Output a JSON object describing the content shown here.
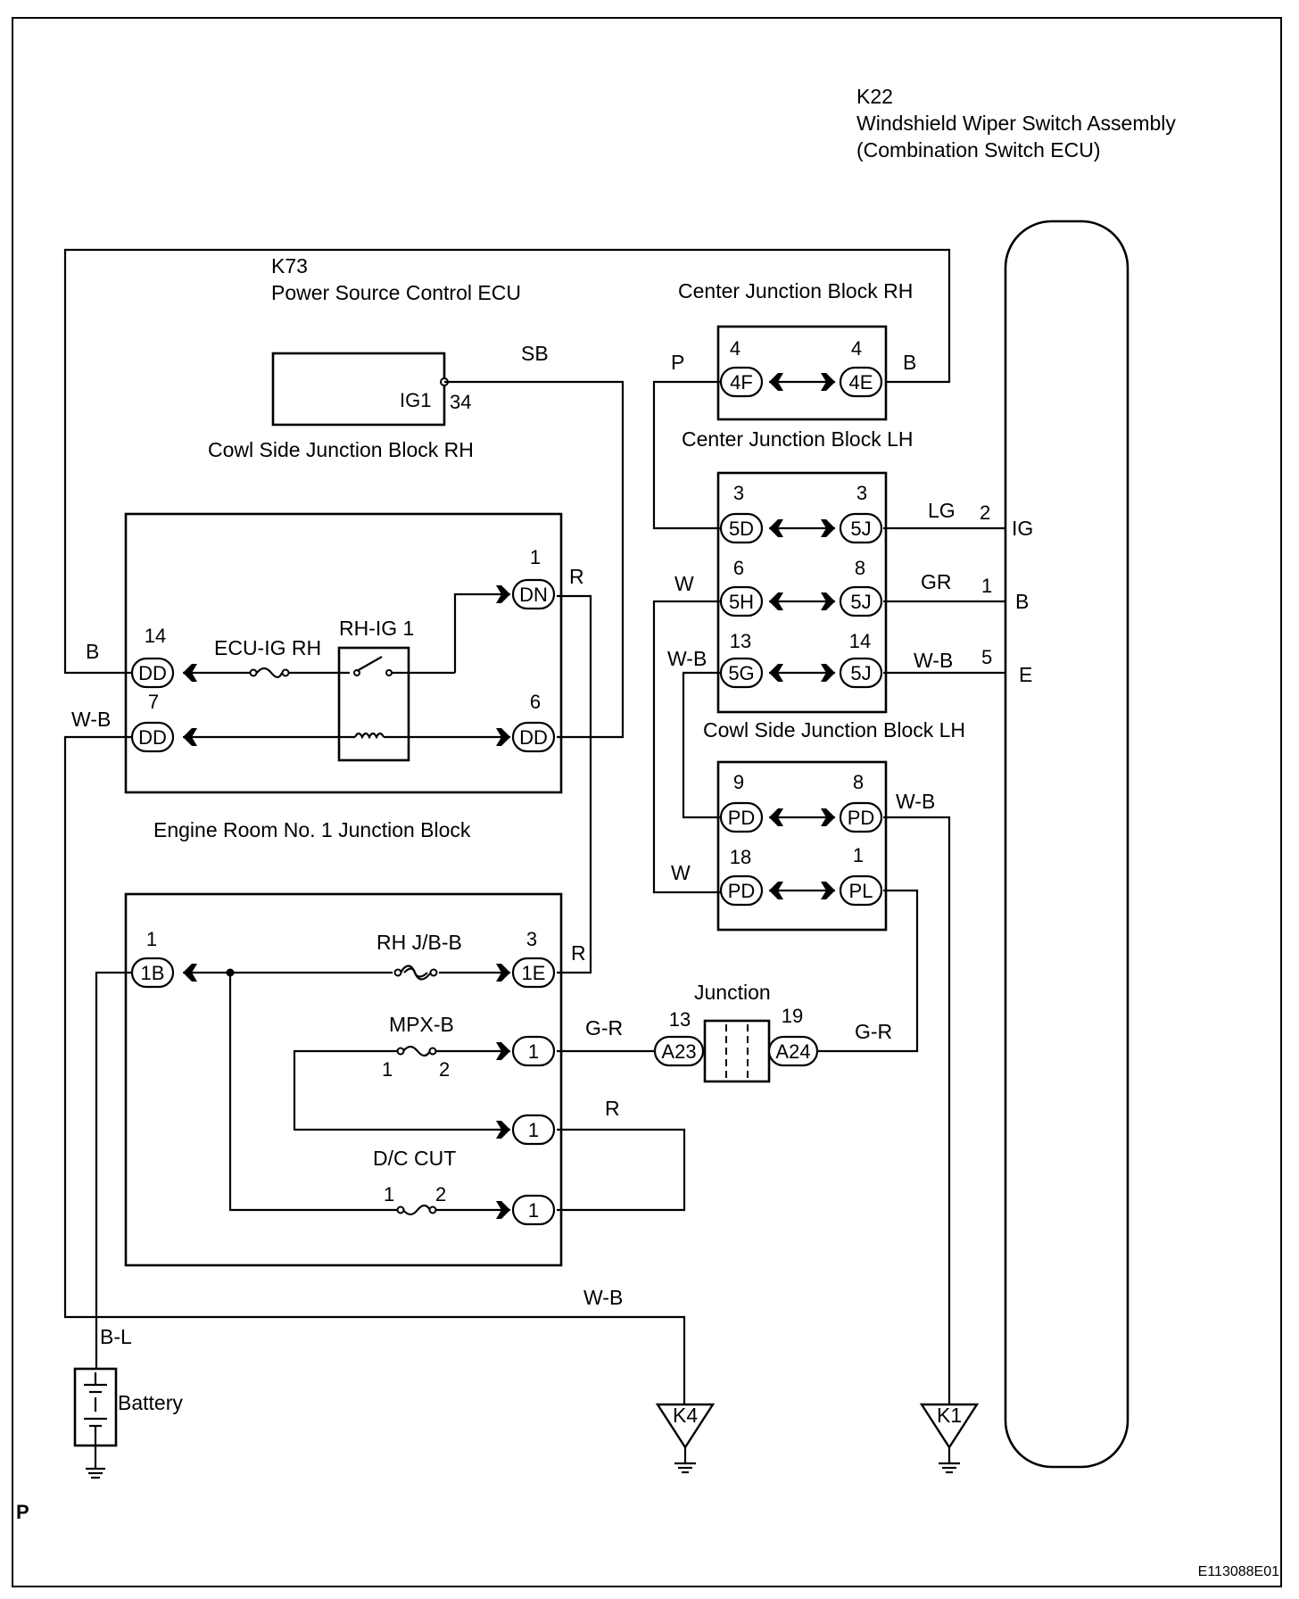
{
  "ecus": {
    "k22_code": "K22",
    "k22_name": "Windshield Wiper Switch Assembly",
    "k22_sub": "(Combination Switch ECU)",
    "k73_code": "K73",
    "k73_name": "Power Source Control ECU",
    "k73_pin_name": "IG1",
    "k73_pin_num": "34"
  },
  "blocks": {
    "center_rh": "Center Junction Block RH",
    "center_lh": "Center Junction Block LH",
    "cowl_rh": "Cowl Side Junction Block RH",
    "cowl_lh": "Cowl Side Junction Block LH",
    "engine_room": "Engine Room No. 1 Junction Block",
    "junction": "Junction"
  },
  "relays_fuses": {
    "ecu_ig_rh": "ECU-IG RH",
    "rh_ig1": "RH-IG 1",
    "rh_jb_b": "RH J/B-B",
    "mpx_b": "MPX-B",
    "dc_cut": "D/C CUT",
    "pin1": "1",
    "pin2": "2"
  },
  "wires": {
    "sb": "SB",
    "p": "P",
    "b_top": "B",
    "b_left": "B",
    "wb_left": "W-B",
    "r_dn": "R",
    "r_1e": "R",
    "r_loop": "R",
    "lg": "LG",
    "gr": "GR",
    "wb_5j": "W-B",
    "w_5h": "W",
    "wb_5g": "W-B",
    "wb_pd": "W-B",
    "w_pd": "W",
    "gr_a23": "G-R",
    "gr_a24": "G-R",
    "wb_bottom": "W-B",
    "bl": "B-L"
  },
  "k22_pins": {
    "ig_num": "2",
    "ig_name": "IG",
    "b_num": "1",
    "b_name": "B",
    "e_num": "5",
    "e_name": "E"
  },
  "connectors": {
    "c4f": {
      "pin": "4",
      "code": "4F"
    },
    "c4e": {
      "pin": "4",
      "code": "4E"
    },
    "c5d": {
      "pin": "3",
      "code": "5D"
    },
    "c5j_3": {
      "pin": "3",
      "code": "5J"
    },
    "c5h": {
      "pin": "6",
      "code": "5H"
    },
    "c5j_8": {
      "pin": "8",
      "code": "5J"
    },
    "c5g": {
      "pin": "13",
      "code": "5G"
    },
    "c5j_14": {
      "pin": "14",
      "code": "5J"
    },
    "cpd_9": {
      "pin": "9",
      "code": "PD"
    },
    "cpd_8": {
      "pin": "8",
      "code": "PD"
    },
    "cpd_18": {
      "pin": "18",
      "code": "PD"
    },
    "cpl_1": {
      "pin": "1",
      "code": "PL"
    },
    "cdn_1": {
      "pin": "1",
      "code": "DN"
    },
    "cdd_14": {
      "pin": "14",
      "code": "DD"
    },
    "cdd_7": {
      "pin": "7",
      "code": "DD"
    },
    "cdd_6": {
      "pin": "6",
      "code": "DD"
    },
    "c1b": {
      "pin": "1",
      "code": "1B"
    },
    "c1e": {
      "pin": "3",
      "code": "1E"
    },
    "c1_mpx": {
      "code": "1"
    },
    "c1_r": {
      "code": "1"
    },
    "c1_dc": {
      "code": "1"
    },
    "ca23": {
      "pin": "13",
      "code": "A23"
    },
    "ca24": {
      "pin": "19",
      "code": "A24"
    }
  },
  "grounds": {
    "k4": "K4",
    "k1": "K1"
  },
  "battery": "Battery",
  "corner_mark": "P",
  "figure_id": "E113088E01"
}
